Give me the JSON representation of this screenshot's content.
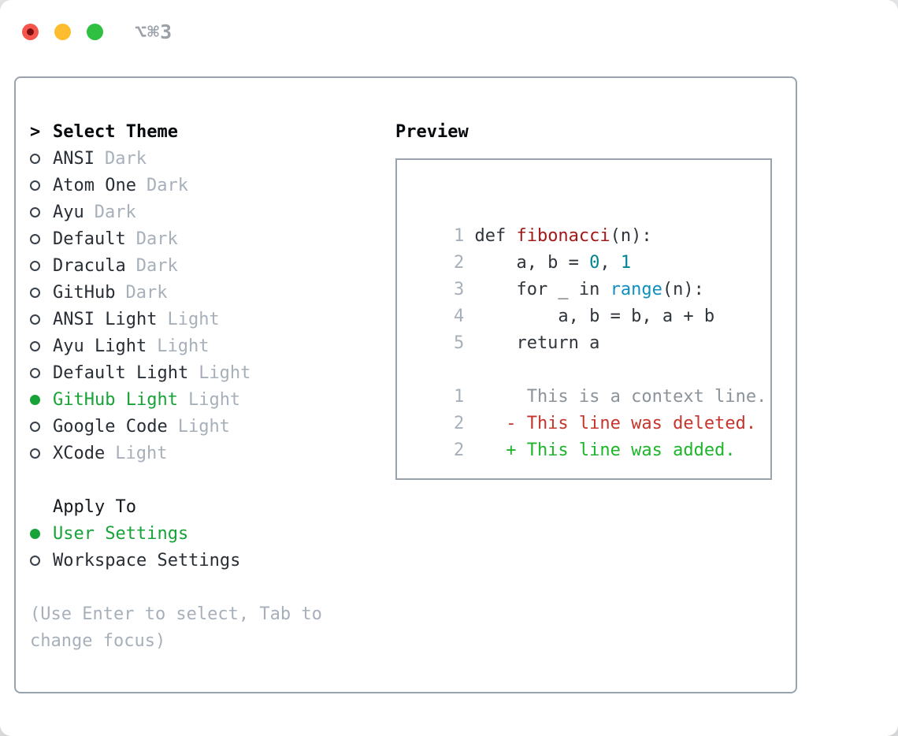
{
  "window": {
    "titlebar": {
      "shortcut_label": "⌥⌘3"
    }
  },
  "colors": {
    "accent-green": "#17a337",
    "muted": "#a7b0ba",
    "text": "#282e35",
    "code-text": "#2f353b",
    "panel-border": "#99a3ae",
    "title-red": "#a31818",
    "number-teal": "#008490",
    "builtin-blue": "#0e8fc0",
    "diff-red": "#c6352b",
    "diff-green": "#1db529",
    "context-gray": "#8b939b",
    "linenum": "#a7b0ba",
    "traffic-red": "#f4564d",
    "traffic-red-dot": "#7a100e",
    "traffic-yellow": "#fdbd2e",
    "traffic-green": "#2fc041",
    "titlebar-text": "#9aa1a8"
  },
  "theme_menu": {
    "prompt": ">",
    "header": "Select Theme",
    "items": [
      {
        "label": "ANSI",
        "variant": "Dark",
        "selected": false
      },
      {
        "label": "Atom One",
        "variant": "Dark",
        "selected": false
      },
      {
        "label": "Ayu",
        "variant": "Dark",
        "selected": false
      },
      {
        "label": "Default",
        "variant": "Dark",
        "selected": false
      },
      {
        "label": "Dracula",
        "variant": "Dark",
        "selected": false
      },
      {
        "label": "GitHub",
        "variant": "Dark",
        "selected": false
      },
      {
        "label": "ANSI Light",
        "variant": "Light",
        "selected": false
      },
      {
        "label": "Ayu Light",
        "variant": "Light",
        "selected": false
      },
      {
        "label": "Default Light",
        "variant": "Light",
        "selected": false
      },
      {
        "label": "GitHub Light",
        "variant": "Light",
        "selected": true
      },
      {
        "label": "Google Code",
        "variant": "Light",
        "selected": false
      },
      {
        "label": "XCode",
        "variant": "Light",
        "selected": false
      }
    ]
  },
  "apply_to": {
    "header": "Apply To",
    "items": [
      {
        "label": "User Settings",
        "selected": true
      },
      {
        "label": "Workspace Settings",
        "selected": false
      }
    ]
  },
  "help_text": "(Use Enter to select, Tab to change focus)",
  "preview": {
    "header": "Preview",
    "lines": [
      {
        "num": "1",
        "segments": [
          {
            "text": "def ",
            "role": "keyword"
          },
          {
            "text": "fibonacci",
            "role": "title"
          },
          {
            "text": "(n):",
            "role": "code"
          }
        ]
      },
      {
        "num": "2",
        "segments": [
          {
            "text": "    a, b = ",
            "role": "code"
          },
          {
            "text": "0",
            "role": "number"
          },
          {
            "text": ", ",
            "role": "code"
          },
          {
            "text": "1",
            "role": "number"
          }
        ]
      },
      {
        "num": "3",
        "segments": [
          {
            "text": "    for _ in ",
            "role": "code"
          },
          {
            "text": "range",
            "role": "builtin"
          },
          {
            "text": "(n):",
            "role": "code"
          }
        ]
      },
      {
        "num": "4",
        "segments": [
          {
            "text": "        a, b = b, a + b",
            "role": "code"
          }
        ]
      },
      {
        "num": "5",
        "segments": [
          {
            "text": "    return a",
            "role": "code"
          }
        ]
      },
      {
        "num": "",
        "segments": []
      },
      {
        "num": "1",
        "segments": [
          {
            "text": "     This is a context line.",
            "role": "context"
          }
        ]
      },
      {
        "num": "2",
        "segments": [
          {
            "text": "   - This line was deleted.",
            "role": "deleted"
          }
        ]
      },
      {
        "num": "2",
        "segments": [
          {
            "text": "   + This line was added.",
            "role": "added"
          }
        ]
      }
    ]
  }
}
